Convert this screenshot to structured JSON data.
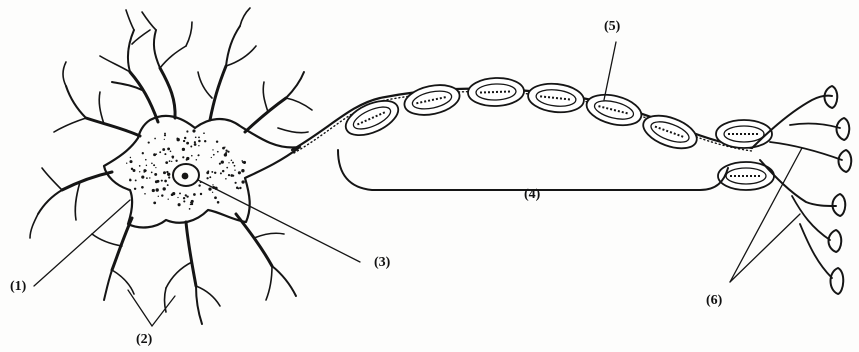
{
  "labels": {
    "l1": "(1)",
    "l2": "(2)",
    "l3": "(3)",
    "l4": "(4)",
    "l5": "(5)",
    "l6": "(6)"
  },
  "colors": {
    "ink": "#151515",
    "paper": "#fdfdfc"
  }
}
